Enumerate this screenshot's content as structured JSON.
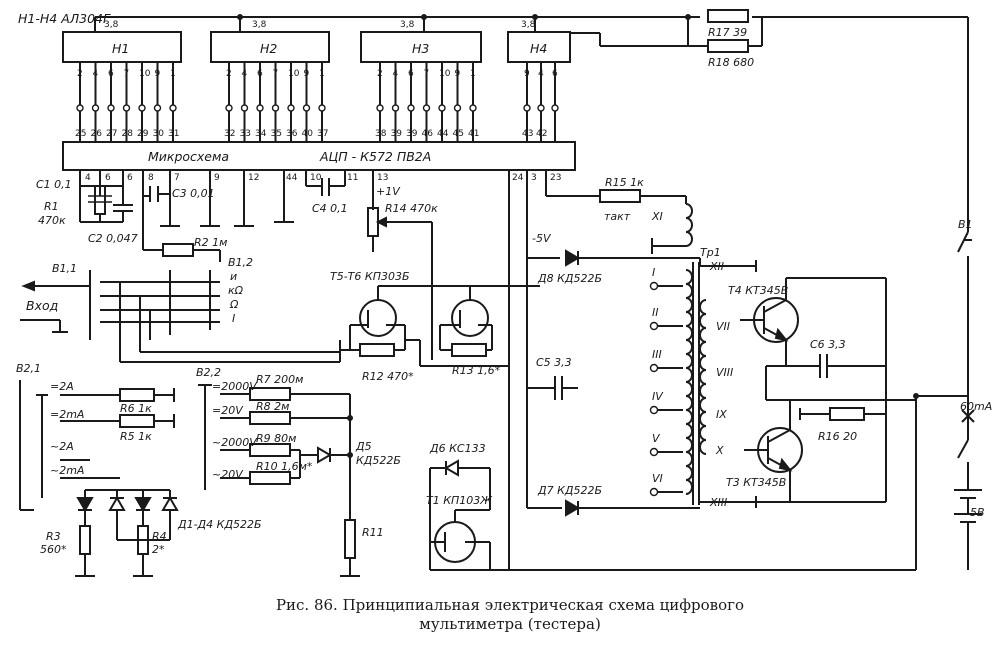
{
  "caption": {
    "line1": "Рис. 86. Принципиальная электрическая схема цифрового",
    "line2": "мультиметра (тестера)"
  },
  "indicators": {
    "header": "Н1-Н4 АЛ304Г",
    "h1": "Н1",
    "h2": "Н2",
    "h3": "Н3",
    "h4": "Н4",
    "supply": "3,8",
    "h1_pins": [
      "2",
      "4",
      "6",
      "7",
      "10",
      "9",
      "1"
    ],
    "h1_ic_pins": [
      "25",
      "26",
      "27",
      "28",
      "29",
      "30",
      "31"
    ],
    "h2_pins": [
      "2",
      "4",
      "6",
      "7",
      "10",
      "9",
      "1"
    ],
    "h2_ic_pins": [
      "32",
      "33",
      "34",
      "35",
      "36",
      "40",
      "37"
    ],
    "h3_pins": [
      "2",
      "4",
      "6",
      "7",
      "10",
      "9",
      "1"
    ],
    "h3_ic_pins": [
      "38",
      "39",
      "39",
      "46",
      "44",
      "45",
      "41"
    ],
    "h4_pins": [
      "9",
      "4",
      "6"
    ],
    "h4_ic_pins": [
      "43",
      "42"
    ]
  },
  "ic": {
    "label_left": "Микросхема",
    "label_right": "АЦП - К572 ПВ2А",
    "bottom_pins": [
      "4",
      "6",
      "8",
      "7",
      "9",
      "12",
      "44",
      "10",
      "11",
      "13",
      "24",
      "3",
      "23"
    ]
  },
  "components": {
    "c1": "С1 0,1",
    "r1a": "R1",
    "r1b": "470к",
    "c2": "С2 0,047",
    "c3": "С3 0,01",
    "c4": "С4 0,1",
    "r2": "R2 1м",
    "r14": "R14 470к",
    "plus1v": "+1V",
    "t5t6": "Т5-Т6 КП303Б",
    "r12": "R12 470*",
    "r13": "R13 1,6*",
    "r15": "R15 1к",
    "takt": "такт",
    "x1": "XI",
    "tp1": "Тр1",
    "minus5v": "-5V",
    "d8": "Д8 КД522Б",
    "d7": "Д7 КД522Б",
    "d5": "Д5",
    "d5b": "КД522Б",
    "d6": "Д6 КС133",
    "t1": "Т1 КП103Ж",
    "r11": "R11",
    "c5": "С5 3,3",
    "t4": "Т4 КТ345В",
    "t3": "Т3 КТ345В",
    "c6": "С6 3,3",
    "r16": "R16 20",
    "r17": "R17 39",
    "r18": "R18 680",
    "b1": "В1",
    "ma60": "60mA",
    "v5": "5В",
    "b11": "В1,1",
    "b12": "В1,2",
    "b12_sub": [
      "и",
      "кΩ",
      "Ω",
      "I"
    ],
    "vhod": "Вход",
    "b21": "В2,1",
    "b22": "В2,2",
    "a2": "=2А",
    "ma2": "=2mA",
    "aca2": "~2А",
    "acma2": "~2mA",
    "r6": "R6 1к",
    "r5": "R5 1к",
    "r3": "R3",
    "r3b": "560*",
    "r4": "R4",
    "r4b": "2*",
    "d1d4": "Д1-Д4 КД522Б",
    "v2000": "=2000V",
    "v20": "=20V",
    "acv2000": "~2000V",
    "acv20": "~20V",
    "r7": "R7 200м",
    "r8": "R8 2м",
    "r9": "R9 80м",
    "r10": "R10 1,6м*"
  },
  "windings": [
    "I",
    "II",
    "III",
    "IV",
    "V",
    "VI",
    "VII",
    "VIII",
    "IX",
    "X",
    "XII",
    "XIII"
  ]
}
